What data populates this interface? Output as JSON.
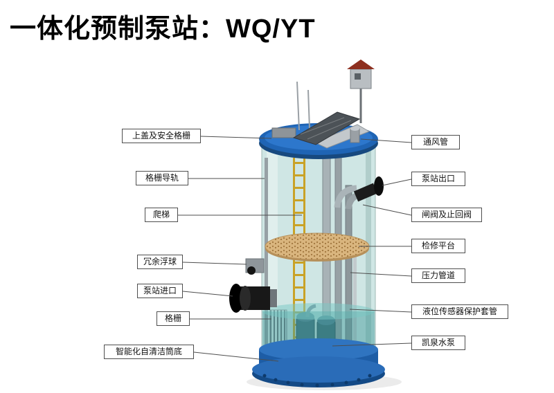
{
  "title": "一体化预制泵站：WQ/YT",
  "labels": {
    "left": [
      {
        "text": "上盖及安全格栅"
      },
      {
        "text": "格栅导轨"
      },
      {
        "text": "爬梯"
      },
      {
        "text": "冗余浮球"
      },
      {
        "text": "泵站进口"
      },
      {
        "text": "格栅"
      },
      {
        "text": "智能化自清洁筒底"
      }
    ],
    "right": [
      {
        "text": "通风管"
      },
      {
        "text": "泵站出口"
      },
      {
        "text": "闸阀及止回阀"
      },
      {
        "text": "检修平台"
      },
      {
        "text": "压力管道"
      },
      {
        "text": "液位传感器保护套管"
      },
      {
        "text": "凯泉水泵"
      }
    ]
  },
  "colors": {
    "lid_blue": "#1f64b4",
    "lid_blue_dark": "#17497f",
    "base_blue": "#1d5da6",
    "platform_tan": "#d9b57e",
    "ladder_yellow": "#c9a227",
    "glass_teal": "rgba(168,210,205,0.55)",
    "leader_line": "#4d4d4d"
  }
}
